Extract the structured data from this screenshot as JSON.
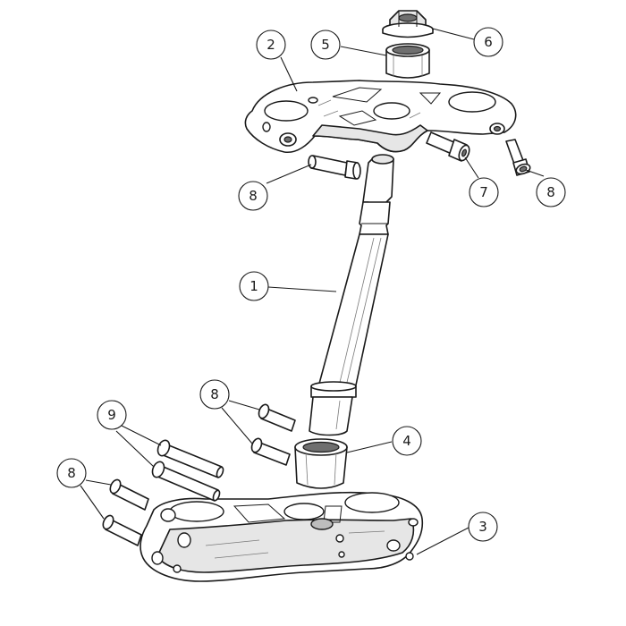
{
  "callouts": [
    {
      "id": "c1",
      "label": "1"
    },
    {
      "id": "c2",
      "label": "2"
    },
    {
      "id": "c3",
      "label": "3"
    },
    {
      "id": "c4",
      "label": "4"
    },
    {
      "id": "c5",
      "label": "5"
    },
    {
      "id": "c6",
      "label": "6"
    },
    {
      "id": "c7",
      "label": "7"
    },
    {
      "id": "c8a",
      "label": "8"
    },
    {
      "id": "c8b",
      "label": "8"
    },
    {
      "id": "c8c",
      "label": "8"
    },
    {
      "id": "c8d",
      "label": "8"
    },
    {
      "id": "c9",
      "label": "9"
    }
  ],
  "colors": {
    "line": "#1a1a1a",
    "background": "#ffffff",
    "shading": "#e6e6e6"
  }
}
